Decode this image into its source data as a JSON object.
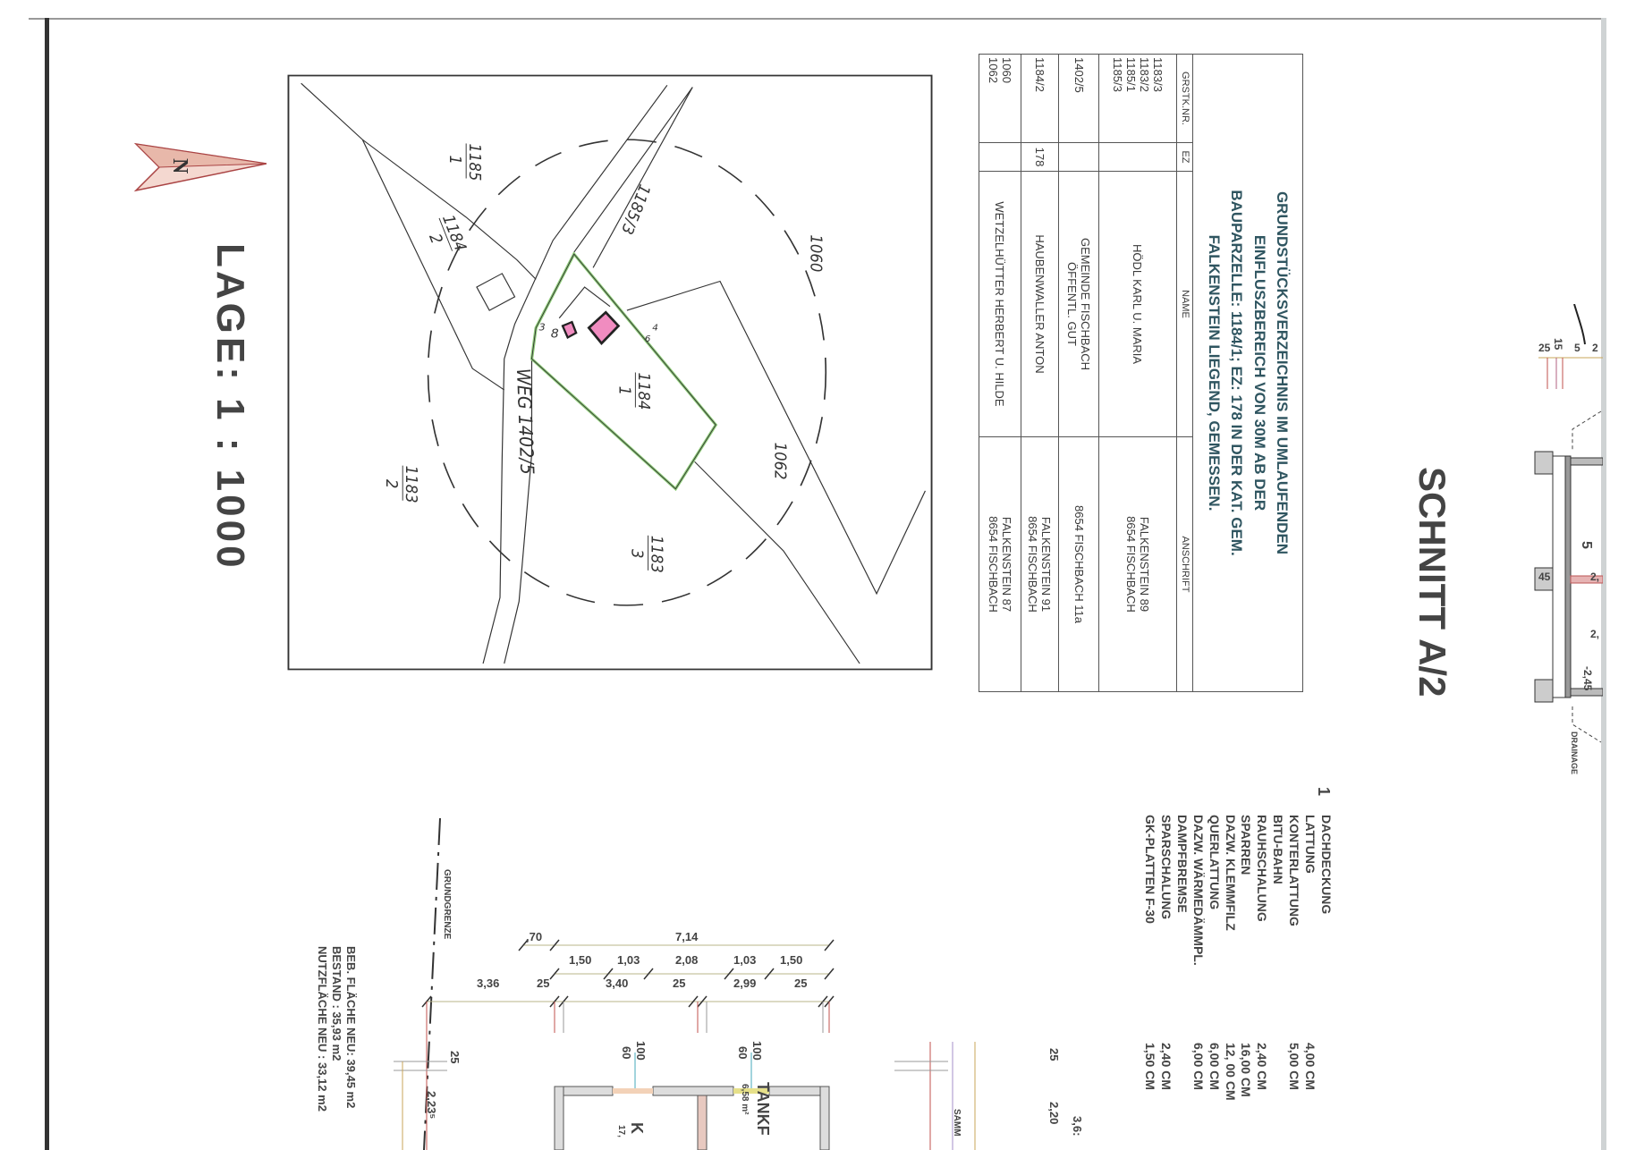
{
  "site_plan": {
    "scale_label": "LAGE: 1 : 1000",
    "north_label": "N",
    "parcels": [
      {
        "num": "1185",
        "den": "1"
      },
      {
        "num": "1184",
        "den": "2"
      },
      {
        "num": "1185/3",
        "den": ""
      },
      {
        "num": "1060",
        "den": ""
      },
      {
        "num": "1184",
        "den": "1"
      },
      {
        "num": "1062",
        "den": ""
      },
      {
        "num": "1183",
        "den": "2"
      },
      {
        "num": "1183",
        "den": "3"
      }
    ],
    "road_label": "WEG 1402/5",
    "marks": [
      "3",
      "8",
      "4",
      "6"
    ]
  },
  "register": {
    "title_lines": [
      "GRUNDSTÜCKSVERZEICHNIS IM UMLAUFENDEN",
      "EINFLUSZBEREICH VON 30M AB DER",
      "BAUPARZELLE: 1184/1;  EZ: 178  IN DER KAT. GEM.",
      "FALKENSTEIN LIEGEND, GEMESSEN."
    ],
    "headers": [
      "GRSTK.NR.",
      "EZ",
      "NAME",
      "ANSCHRIFT"
    ],
    "rows": [
      {
        "grstk": [
          "1183/3",
          "1183/2",
          "1185/1",
          "1185/3"
        ],
        "ez": "",
        "name": [
          "HÖDL KARL U. MARIA"
        ],
        "address": [
          "FALKENSTEIN 89",
          "8654 FISCHBACH"
        ]
      },
      {
        "grstk": [
          "1402/5"
        ],
        "ez": "",
        "name": [
          "GEMEINDE FISCHBACH",
          "ÖFFENTL. GUT"
        ],
        "address": [
          "8654 FISCHBACH 11a"
        ]
      },
      {
        "grstk": [
          "1184/2"
        ],
        "ez": "178",
        "name": [
          "HAUBENWALLER ANTON"
        ],
        "address": [
          "FALKENSTEIN 91",
          "8654 FISCHBACH"
        ]
      },
      {
        "grstk": [
          "1060",
          "1062"
        ],
        "ez": "",
        "name": [
          "WETZELHÜTTER HERBERT U. HILDE"
        ],
        "address": [
          "FALKENSTEIN 87",
          "8654 FISCHBACH"
        ]
      }
    ]
  },
  "section": {
    "title": "SCHNITT A/2",
    "dims": [
      "25",
      "15",
      "5",
      "2",
      "5",
      "45",
      "2,",
      "2,",
      "-2,45"
    ],
    "drainage": "DRAINAGE"
  },
  "layers": {
    "number": "1",
    "items": [
      {
        "label": "DACHDECKUNG",
        "value": ""
      },
      {
        "label": "LATTUNG",
        "value": "4,00 CM"
      },
      {
        "label": "KONTERLATTUNG",
        "value": "5,00 CM"
      },
      {
        "label": "BITU-BAHN",
        "value": ""
      },
      {
        "label": "RAUHSCHALUNG",
        "value": "2,40 CM"
      },
      {
        "label": "SPARREN",
        "value": "16,00 CM"
      },
      {
        "label": "DAZW. KLEMMFILZ",
        "value": "12, 00 CM"
      },
      {
        "label": "QUERLATTUNG",
        "value": "6,00 CM"
      },
      {
        "label": "DAZW. WÄRMEDÄMMPL.",
        "value": "6,00 CM"
      },
      {
        "label": "DAMPFBREMSE",
        "value": ""
      },
      {
        "label": "SPARSCHALUNG",
        "value": "2,40 CM"
      },
      {
        "label": "GK-PLATTEN F-30",
        "value": "1,50 CM"
      }
    ]
  },
  "floor_plan": {
    "boundary_label": "GRUNDGRENZE",
    "dim_row1": [
      ",70",
      "7,14"
    ],
    "dim_row2": [
      "1,50",
      "1,03",
      "2,08",
      "1,03",
      "1,50"
    ],
    "dim_row3": [
      "3,36",
      "25",
      "3,40",
      "25",
      "2,99",
      "25"
    ],
    "window_dims": [
      "60",
      "100",
      "60",
      "100"
    ],
    "side_dims": [
      "25",
      "2,23⁵",
      "25",
      "2,20",
      "3,6:"
    ],
    "room_labels": [
      "TANKF",
      "6,58 m²",
      "K",
      "17,"
    ],
    "cut_label": "SAMM",
    "areas": [
      "BEB.  FLÄCHE  NEU:  39,45 m2",
      "BESTAND            :  35,93 m2",
      "NUTZFLÄCHE  NEU :  33,12 m2"
    ]
  }
}
